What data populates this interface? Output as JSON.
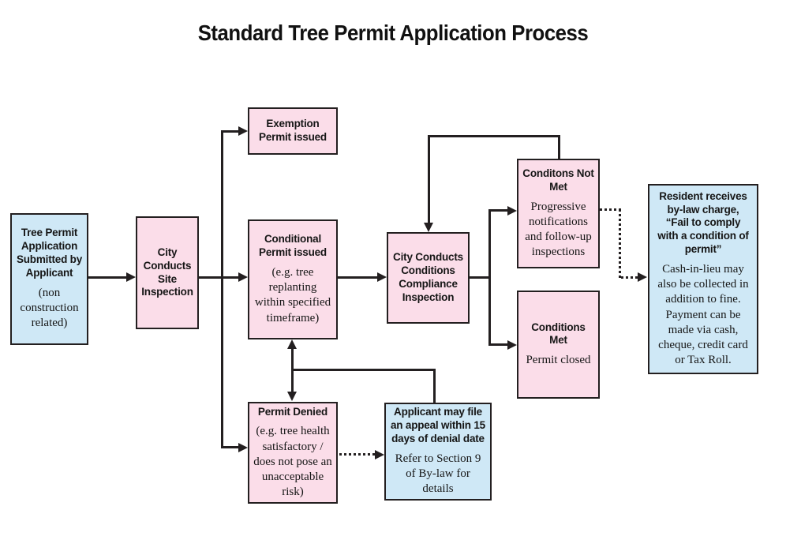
{
  "title": "Standard Tree Permit Application Process",
  "colors": {
    "pink": "#fbdde9",
    "blue": "#cfe8f6",
    "line": "#231f20",
    "background": "#ffffff"
  },
  "nodes": {
    "application": {
      "heading": "Tree Permit Application Submitted by Applicant",
      "body": "(non construction related)"
    },
    "site_inspection": {
      "heading": "City Conducts Site Inspection"
    },
    "exemption": {
      "heading": "Exemption Permit issued"
    },
    "conditional": {
      "heading": "Conditional Permit issued",
      "body": "(e.g. tree replanting within specified timeframe)"
    },
    "compliance": {
      "heading": "City Conducts Conditions Compliance Inspection"
    },
    "conditions_not_met": {
      "heading": "Conditons Not Met",
      "body": "Progressive notifications and follow-up inspections"
    },
    "conditions_met": {
      "heading": "Conditions Met",
      "body": "Permit closed"
    },
    "bylaw_charge": {
      "heading": "Resident receives by-law charge, “Fail to comply with a condition of permit”",
      "body": "Cash-in-lieu may also be collected in addition to fine. Payment can be made via cash, cheque, credit card or Tax Roll."
    },
    "permit_denied": {
      "heading": "Permit Denied",
      "body": "(e.g. tree health satisfactory / does not pose an unacceptable risk)"
    },
    "appeal": {
      "heading": "Applicant may file an appeal within 15 days of denial date",
      "body": "Refer to Section 9 of By-law for details"
    }
  },
  "edges": [
    {
      "from": "application",
      "to": "site_inspection",
      "style": "solid-arrow"
    },
    {
      "from": "site_inspection",
      "to": "exemption",
      "style": "solid-arrow"
    },
    {
      "from": "site_inspection",
      "to": "conditional",
      "style": "solid-arrow"
    },
    {
      "from": "site_inspection",
      "to": "permit_denied",
      "style": "solid-arrow"
    },
    {
      "from": "conditional",
      "to": "compliance",
      "style": "solid-arrow"
    },
    {
      "from": "compliance",
      "to": "conditions_not_met",
      "style": "solid-arrow"
    },
    {
      "from": "compliance",
      "to": "conditions_met",
      "style": "solid-arrow"
    },
    {
      "from": "conditions_not_met",
      "to": "compliance",
      "style": "solid-arrow-loop"
    },
    {
      "from": "conditional",
      "to": "permit_denied",
      "style": "double-headed-arrow"
    },
    {
      "from": "appeal",
      "to": "conditional_permit_denied_link",
      "style": "solid-line"
    },
    {
      "from": "permit_denied",
      "to": "appeal",
      "style": "dotted-arrow"
    },
    {
      "from": "conditions_not_met",
      "to": "bylaw_charge",
      "style": "dotted-arrow"
    }
  ]
}
